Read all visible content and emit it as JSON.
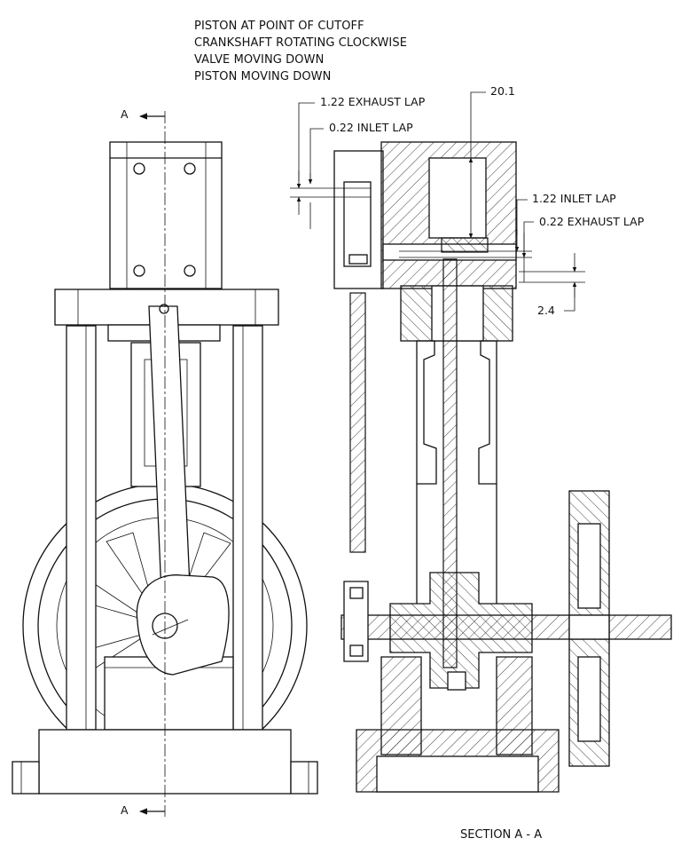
{
  "notes": [
    "PISTON AT POINT OF CUTOFF",
    "CRANKSHAFT ROTATING CLOCKWISE",
    "VALVE MOVING DOWN",
    "PISTON MOVING DOWN"
  ],
  "dimensions": {
    "exhaust_lap_left": "1.22 EXHAUST LAP",
    "inlet_lap_left": "0.22 INLET LAP",
    "cylinder": "20.1",
    "inlet_lap_right": "1.22 INLET LAP",
    "exhaust_lap_right": "0.22 EXHAUST LAP",
    "clearance": "2.4"
  },
  "section_markers": {
    "top": "A",
    "bottom": "A"
  },
  "section_title": "SECTION A - A"
}
